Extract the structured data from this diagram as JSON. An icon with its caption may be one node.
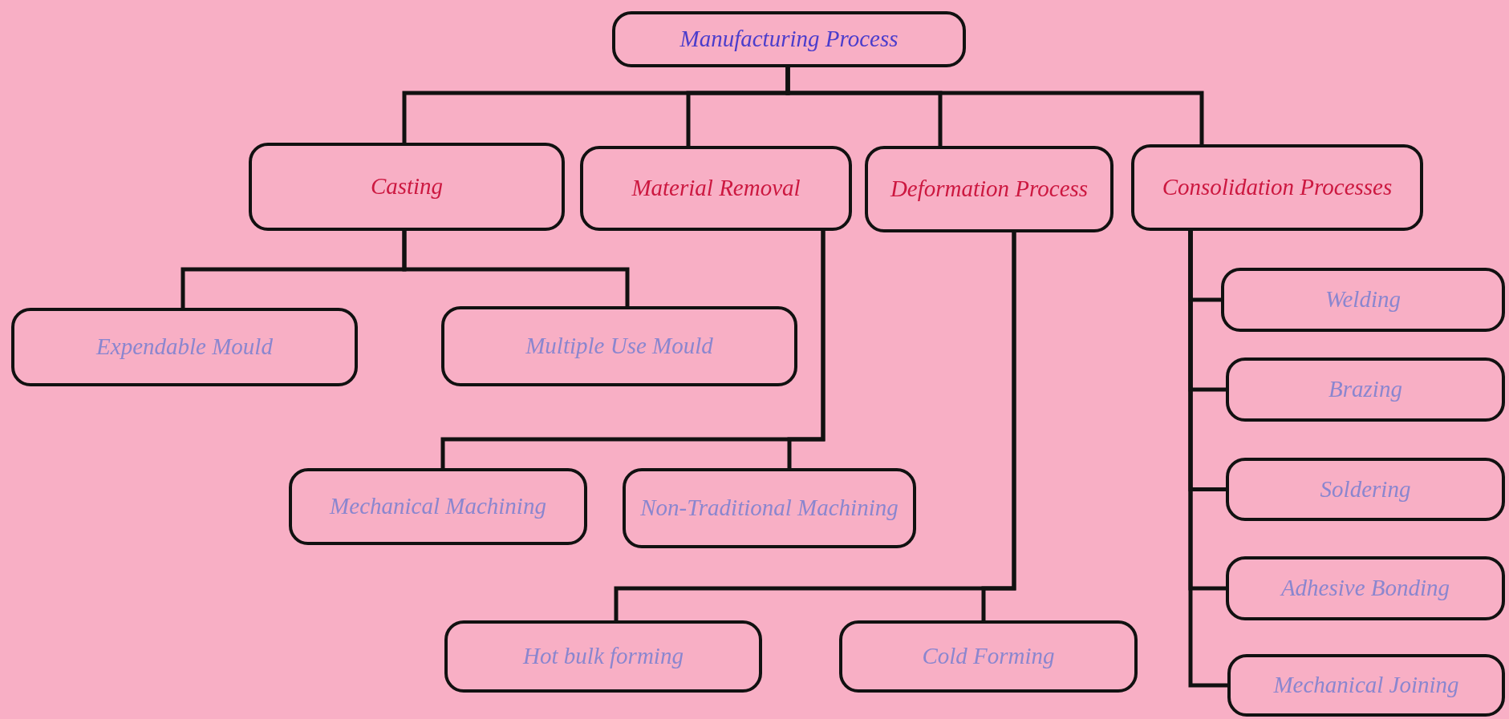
{
  "diagram": {
    "nodes": [
      {
        "text": [
          "Manufacturing Process"
        ]
      },
      {
        "text": [
          "Casting"
        ]
      },
      {
        "text": [
          "Material Removal"
        ]
      },
      {
        "text": [
          "Deformation Process"
        ]
      },
      {
        "text": [
          "Consolidation Processes"
        ]
      },
      {
        "text": [
          "Expendable Mould"
        ]
      },
      {
        "text": [
          "Multiple Use Mould"
        ]
      },
      {
        "text": [
          "Mechanical Machining"
        ]
      },
      {
        "text": [
          "Non-Traditional Machining"
        ]
      },
      {
        "text": [
          "Hot bulk forming"
        ]
      },
      {
        "text": [
          "Cold Forming"
        ]
      },
      {
        "text": [
          "Welding"
        ]
      },
      {
        "text": [
          "Brazing"
        ]
      },
      {
        "text": [
          "Soldering"
        ]
      },
      {
        "text": [
          "Adhesive Bonding"
        ]
      },
      {
        "text": [
          "Mechanical Joining"
        ]
      }
    ],
    "edges": [
      {
        "from": 0,
        "to": 1,
        "arrow": "none"
      },
      {
        "from": 0,
        "to": 2,
        "arrow": "none"
      },
      {
        "from": 0,
        "to": 3,
        "arrow": "none"
      },
      {
        "from": 0,
        "to": 4,
        "arrow": "none"
      },
      {
        "from": 1,
        "to": 5,
        "arrow": "none"
      },
      {
        "from": 1,
        "to": 6,
        "arrow": "none"
      },
      {
        "from": 2,
        "to": 7,
        "arrow": "none"
      },
      {
        "from": 2,
        "to": 8,
        "arrow": "none"
      },
      {
        "from": 3,
        "to": 9,
        "arrow": "none"
      },
      {
        "from": 3,
        "to": 10,
        "arrow": "none"
      },
      {
        "from": 4,
        "to": 11,
        "arrow": "none"
      },
      {
        "from": 4,
        "to": 12,
        "arrow": "none"
      },
      {
        "from": 4,
        "to": 13,
        "arrow": "none"
      },
      {
        "from": 4,
        "to": 14,
        "arrow": "none"
      },
      {
        "from": 4,
        "to": 15,
        "arrow": "none"
      }
    ]
  }
}
